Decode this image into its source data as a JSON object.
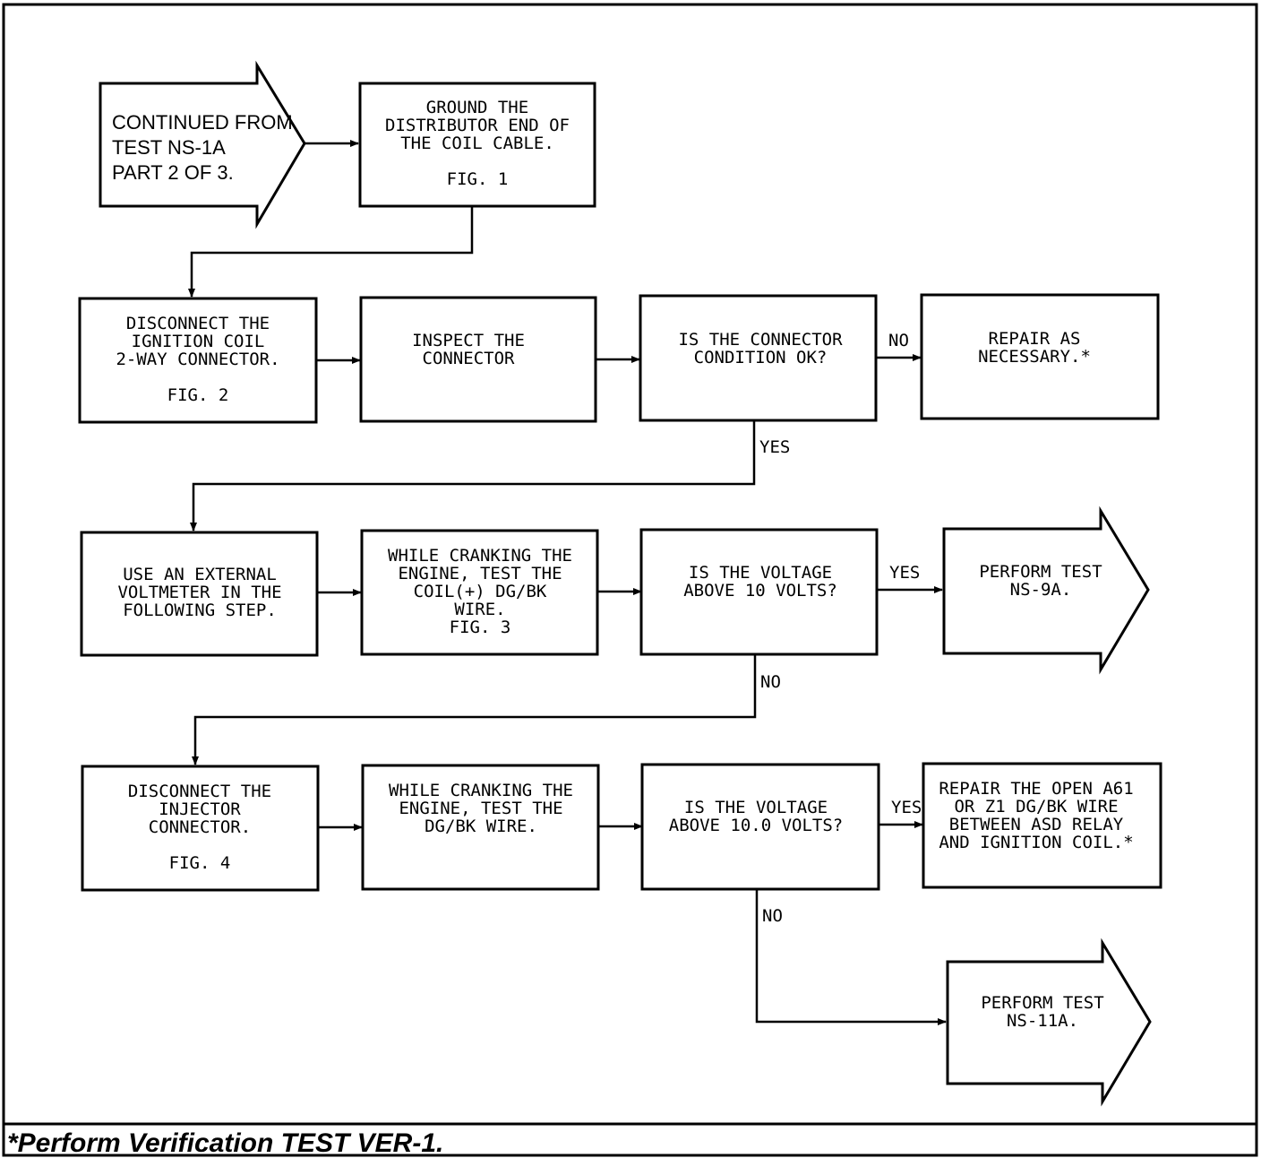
{
  "start": {
    "lines": [
      "CONTINUED FROM",
      "TEST NS-1A",
      "PART 2 OF 3."
    ]
  },
  "boxes": {
    "ground": {
      "lines": [
        "GROUND THE",
        "DISTRIBUTOR END OF",
        "THE COIL CABLE.",
        "",
        "FIG. 1"
      ]
    },
    "disconnect_coil": {
      "lines": [
        "DISCONNECT THE",
        "IGNITION COIL",
        "2-WAY CONNECTOR.",
        "",
        "FIG. 2"
      ]
    },
    "inspect": {
      "lines": [
        "INSPECT THE",
        "CONNECTOR"
      ]
    },
    "connector_ok": {
      "lines": [
        "IS THE CONNECTOR",
        "CONDITION OK?"
      ]
    },
    "repair": {
      "lines": [
        "REPAIR AS",
        "NECESSARY.*"
      ]
    },
    "use_voltmeter": {
      "lines": [
        "USE AN EXTERNAL",
        "VOLTMETER IN THE",
        "FOLLOWING STEP."
      ]
    },
    "test_coil": {
      "lines": [
        "WHILE CRANKING THE",
        "ENGINE, TEST THE",
        "COIL(+) DG/BK",
        "WIRE.",
        "FIG. 3"
      ]
    },
    "voltage_10": {
      "lines": [
        "IS THE VOLTAGE",
        "ABOVE 10 VOLTS?"
      ]
    },
    "disconnect_inj": {
      "lines": [
        "DISCONNECT THE",
        "INJECTOR",
        "CONNECTOR.",
        "",
        "FIG. 4"
      ]
    },
    "test_dgbk": {
      "lines": [
        "WHILE CRANKING THE",
        "ENGINE, TEST THE",
        "DG/BK WIRE."
      ]
    },
    "voltage_10_0": {
      "lines": [
        "IS THE VOLTAGE",
        "ABOVE 10.0 VOLTS?"
      ]
    },
    "repair_open": {
      "lines": [
        "REPAIR THE OPEN A61",
        "OR Z1 DG/BK WIRE",
        "BETWEEN ASD RELAY",
        "AND IGNITION COIL.*"
      ]
    }
  },
  "arrows": {
    "perform_9a": {
      "lines": [
        "PERFORM TEST",
        "NS-9A."
      ]
    },
    "perform_11a": {
      "lines": [
        "PERFORM TEST",
        "NS-11A."
      ]
    }
  },
  "labels": {
    "no_1": "NO",
    "yes_1": "YES",
    "yes_2": "YES",
    "no_2": "NO",
    "yes_3": "YES",
    "no_3": "NO"
  },
  "footer": "*Perform Verification TEST VER-1."
}
